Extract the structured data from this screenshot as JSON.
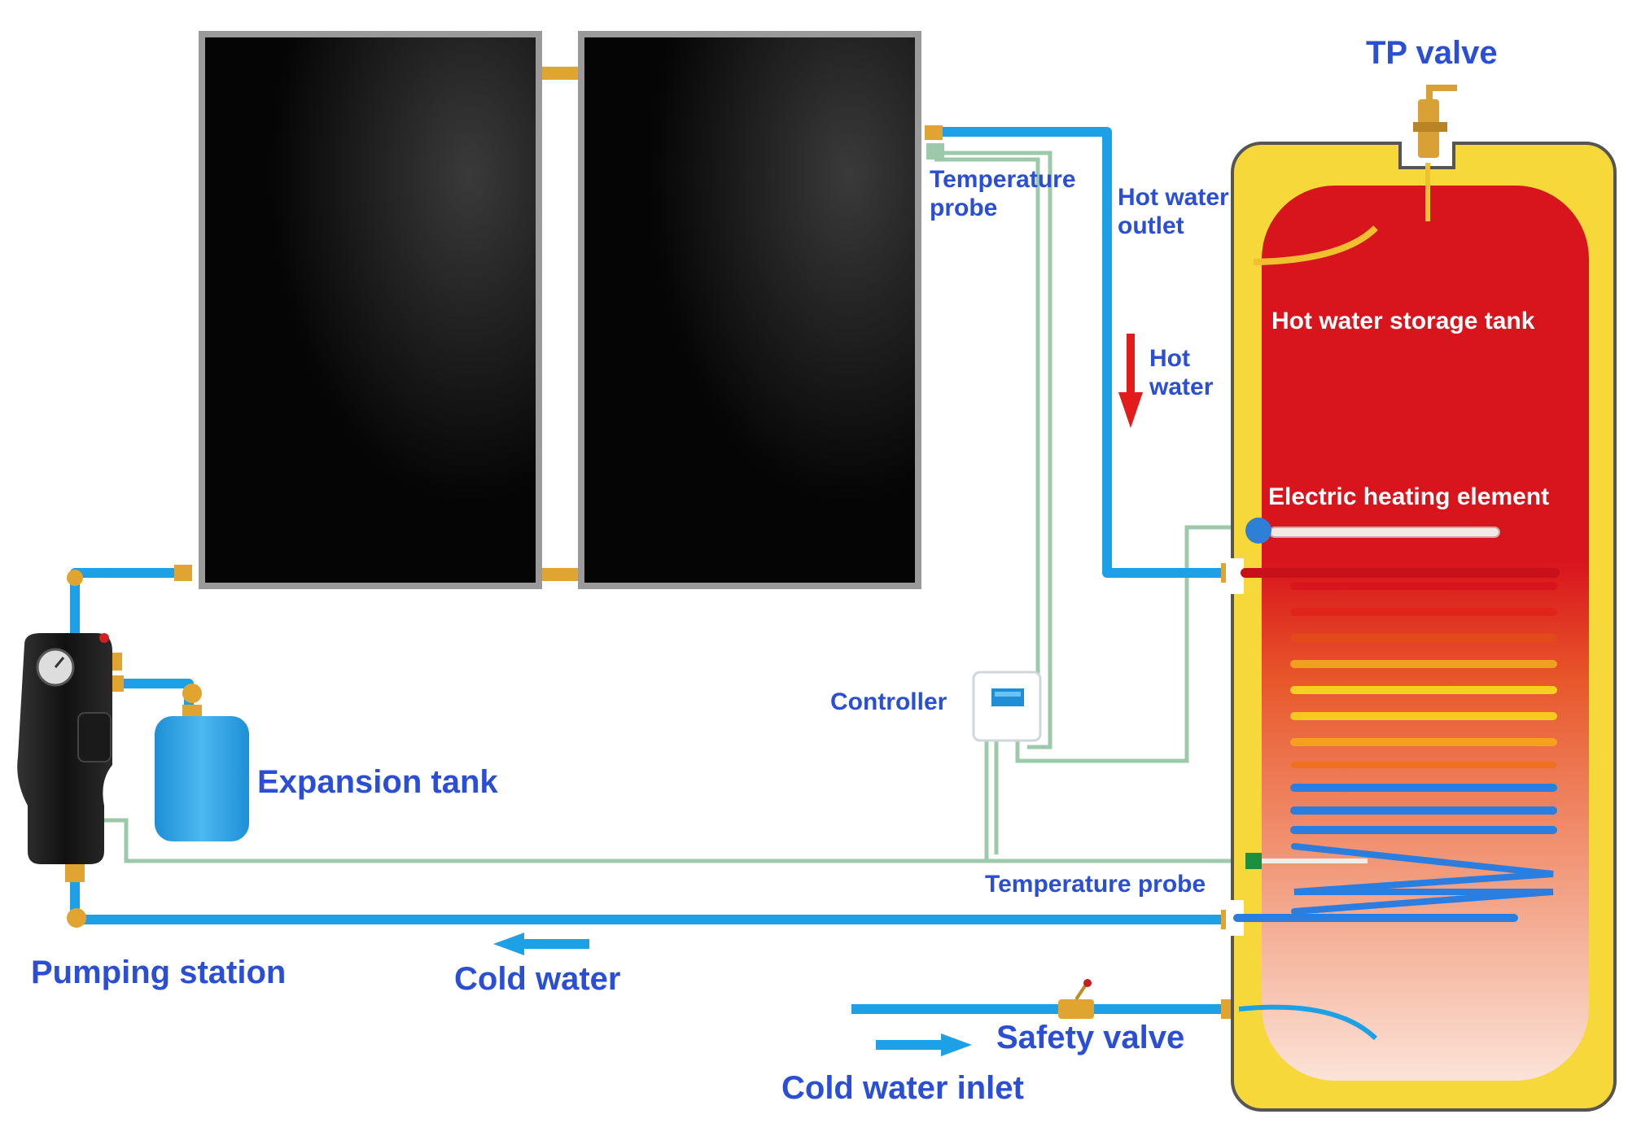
{
  "labels": {
    "tp_valve": "TP valve",
    "temperature_probe_top_line1": "Temperature",
    "temperature_probe_top_line2": "probe",
    "hot_water_outlet_line1": "Hot water",
    "hot_water_outlet_line2": "outlet",
    "hot_water_storage_tank": "Hot water storage tank",
    "hot_water_line1": "Hot",
    "hot_water_line2": "water",
    "electric_heating_element": "Electric heating element",
    "controller": "Controller",
    "expansion_tank": "Expansion tank",
    "temperature_probe_bottom": "Temperature probe",
    "pumping_station": "Pumping station",
    "cold_water": "Cold water",
    "safety_valve": "Safety valve",
    "cold_water_inlet": "Cold water inlet"
  },
  "colors": {
    "label_blue": "#2a4fd6",
    "pipe_blue": "#1ea0e6",
    "sensor_green": "#9cc9a9",
    "tank_yellow": "#f6d83a",
    "tank_red": "#d8141c",
    "panel_black": "#0a0a0a",
    "arrow_red": "#e21b1b",
    "fitting_brass": "#e0a531"
  },
  "icons": {
    "solar_panels": "solar-panel-icon",
    "storage_tank": "storage-tank-icon",
    "pump": "pump-station-icon",
    "expansion": "expansion-tank-icon",
    "controller_box": "controller-icon",
    "hot_arrow": "arrow-down-icon",
    "cold_arrow_left": "arrow-left-icon",
    "cold_arrow_right": "arrow-right-icon",
    "valve": "valve-icon"
  }
}
